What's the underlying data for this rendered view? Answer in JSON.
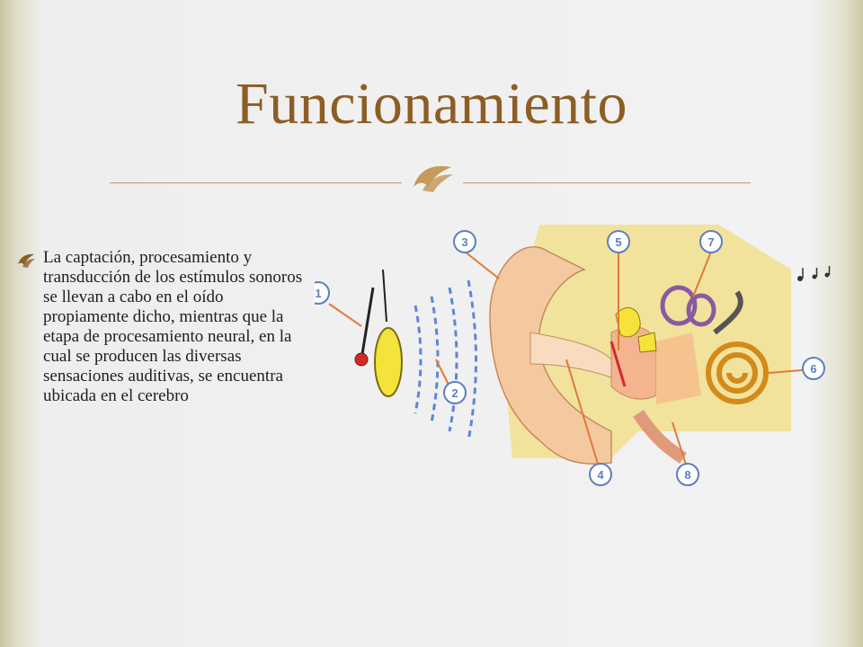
{
  "slide": {
    "title": "Funcionamiento",
    "body_text": "La captación, procesamiento y transducción de los estímulos sonoros se llevan a cabo en el oído propiamente dicho, mientras que la etapa de procesamiento neural, en la cual se producen las diversas sensaciones auditivas, se encuentra ubicada en el cerebro",
    "title_ornament_icon": "fleuron-icon",
    "bullet_icon": "fleuron-bullet-icon"
  },
  "diagram": {
    "callouts": [
      "1",
      "2",
      "3",
      "4",
      "5",
      "6",
      "7",
      "8"
    ]
  },
  "colors": {
    "title": "#8c5d24",
    "rule": "#c59a5a",
    "callout_circle": "#5e7fbf",
    "leader_line": "#e07a3a",
    "skin": "#f5c9a0",
    "bone": "#f1e39c",
    "pendulum": "#f5e23a"
  }
}
